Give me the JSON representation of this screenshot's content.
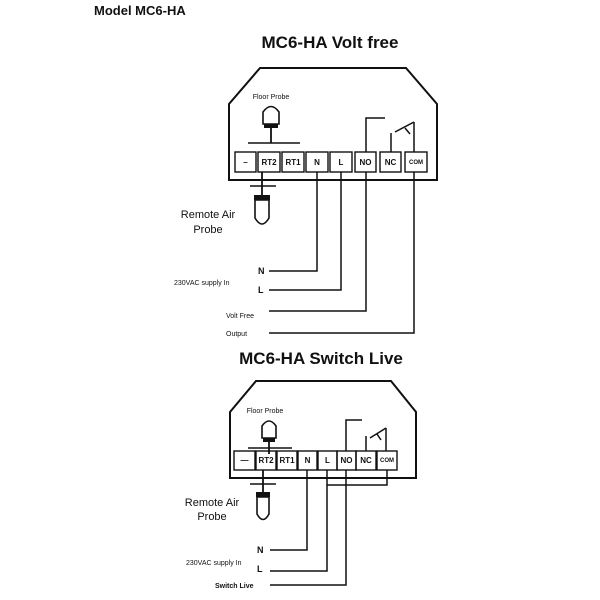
{
  "page_title": "Model MC6-HA",
  "diagrams": [
    {
      "title": "MC6-HA   Volt free",
      "floor_probe": "Floor Probe",
      "remote_air_probe": [
        "Remote Air",
        "Probe"
      ],
      "terminals": [
        "–",
        "RT2",
        "RT1",
        "N",
        "L",
        "NO",
        "NC",
        "COM"
      ],
      "supply_label": "230VAC supply In",
      "supply_n": "N",
      "supply_l": "L",
      "output_label": [
        "Volt Free",
        "Output"
      ]
    },
    {
      "title": "MC6-HA Switch Live",
      "floor_probe": "Floor Probe",
      "remote_air_probe": [
        "Remote Air",
        "Probe"
      ],
      "terminals": [
        "—",
        "RT2",
        "RT1",
        "N",
        "L",
        "NO",
        "NC",
        "COM"
      ],
      "supply_label": "230VAC supply In",
      "supply_n": "N",
      "supply_l": "L",
      "output_label": [
        "Switch Live"
      ]
    }
  ],
  "colors": {
    "line": "#111111",
    "background": "#ffffff"
  }
}
